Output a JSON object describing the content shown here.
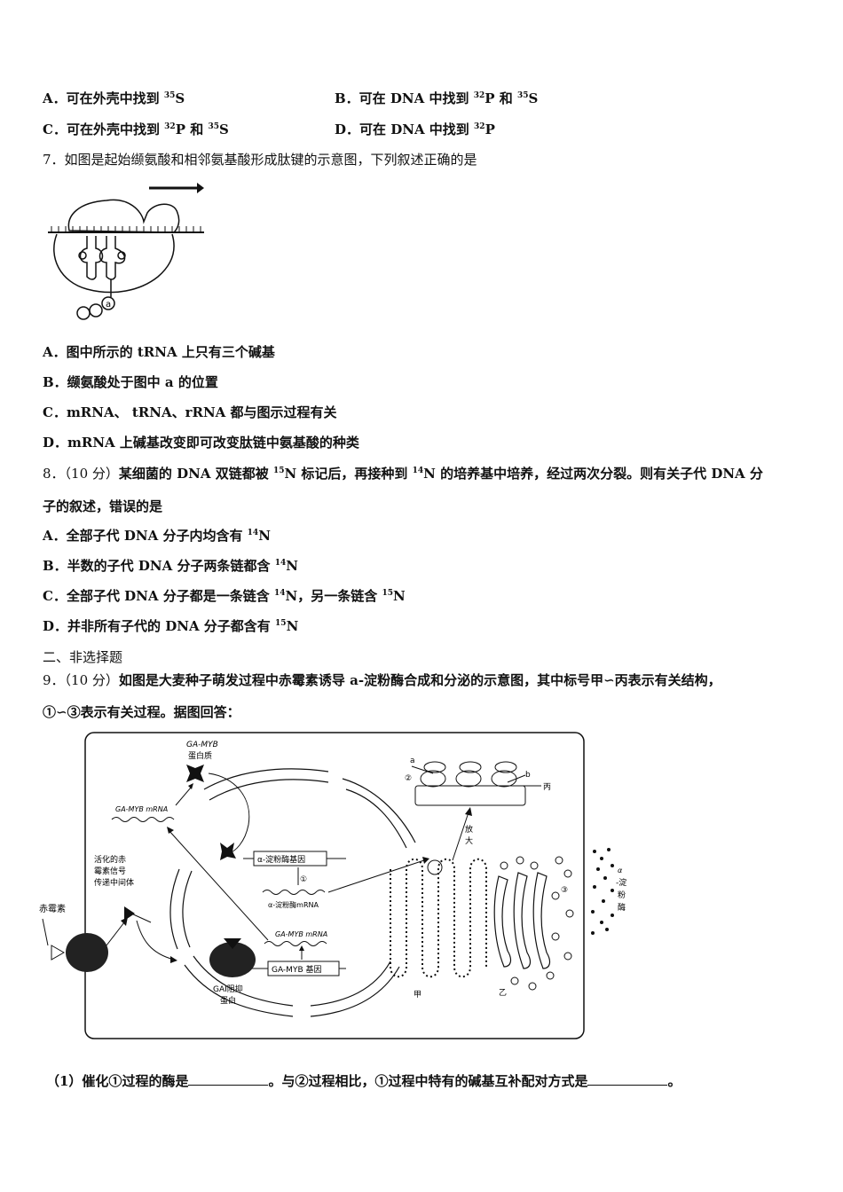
{
  "q6": {
    "optA_pre": "A．可在外壳中找到 ",
    "optA_sup": "35",
    "optA_post": "S",
    "optB_pre": "B．可在 DNA 中找到 ",
    "optB_sup1": "32",
    "optB_mid": "P 和 ",
    "optB_sup2": "35",
    "optB_post": "S",
    "optC_pre": "C．可在外壳中找到 ",
    "optC_sup1": "32",
    "optC_mid": "P 和 ",
    "optC_sup2": "35",
    "optC_post": "S",
    "optD_pre": "D．可在 DNA 中找到 ",
    "optD_sup": "32",
    "optD_post": "P"
  },
  "q7": {
    "stem": "7．如图是起始缬氨酸和相邻氨基酸形成肽键的示意图，下列叙述正确的是",
    "fig_label_a": "a",
    "optA": "A．图中所示的 tRNA 上只有三个碱基",
    "optB": "B．缬氨酸处于图中 a 的位置",
    "optC": "C．mRNA、 tRNA、rRNA 都与图示过程有关",
    "optD": "D．mRNA 上碱基改变即可改变肽链中氨基酸的种类"
  },
  "q8": {
    "stem_num": "8．（10 分）",
    "stem_a": "某细菌的 DNA 双链都被 ",
    "sup1": "15",
    "stem_b": "N 标记后，再接种到 ",
    "sup2": "14",
    "stem_c": "N 的培养基中培养，经过两次分裂。则有关子代 DNA 分",
    "stem2": "子的叙述，错误的是",
    "optA_pre": "A．全部子代 DNA 分子内均含有 ",
    "optA_sup": "14",
    "optA_post": "N",
    "optB_pre": "B．半数的子代 DNA 分子两条链都含 ",
    "optB_sup": "14",
    "optB_post": "N",
    "optC_pre": "C．全部子代 DNA 分子都是一条链含 ",
    "optC_sup1": "14",
    "optC_mid": "N，另一条链含 ",
    "optC_sup2": "15",
    "optC_post": "N",
    "optD_pre": "D．并非所有子代的 DNA 分子都含有 ",
    "optD_sup": "15",
    "optD_post": "N"
  },
  "section2": "二、非选择题",
  "q9": {
    "stem_num": "9．（10 分）",
    "stem1": "如图是大麦种子萌发过程中赤霉素诱导 a-淀粉酶合成和分泌的示意图，其中标号甲∽丙表示有关结构，",
    "stem2": "①∽③表示有关过程。据图回答：",
    "fig": {
      "ga_myb_protein_1": "GA-MYB",
      "ga_myb_protein_2": "蛋白质",
      "ga_myb_mrna_top": "GA-MYB  mRNA",
      "activated_1": "活化的赤",
      "activated_2": "霉素信号",
      "activated_3": "传递中间体",
      "gibberellin": "赤霉素",
      "amylase_gene": "α-淀粉酶基因",
      "circle1": "①",
      "amylase_mrna": "α-淀粉酶mRNA",
      "ga_myb_mrna": "GA-MYB  mRNA",
      "ga_myb_gene": "GA-MYB 基因",
      "gai_1": "GAI阻抑",
      "gai_2": "蛋白",
      "label_a": "a",
      "label_b": "b",
      "circle2": "②",
      "bing": "丙",
      "enlarge_1": "放",
      "enlarge_2": "大",
      "jia": "甲",
      "yi": "乙",
      "circle3": "③",
      "amylase_out_1": "α",
      "amylase_out_2": "-淀",
      "amylase_out_3": "粉",
      "amylase_out_4": "酶"
    },
    "sub1_a": "（1）催化①过程的酶是",
    "sub1_b": "。与②过程相比，①过程中特有的碱基互补配对方式是",
    "sub1_c": "。"
  }
}
